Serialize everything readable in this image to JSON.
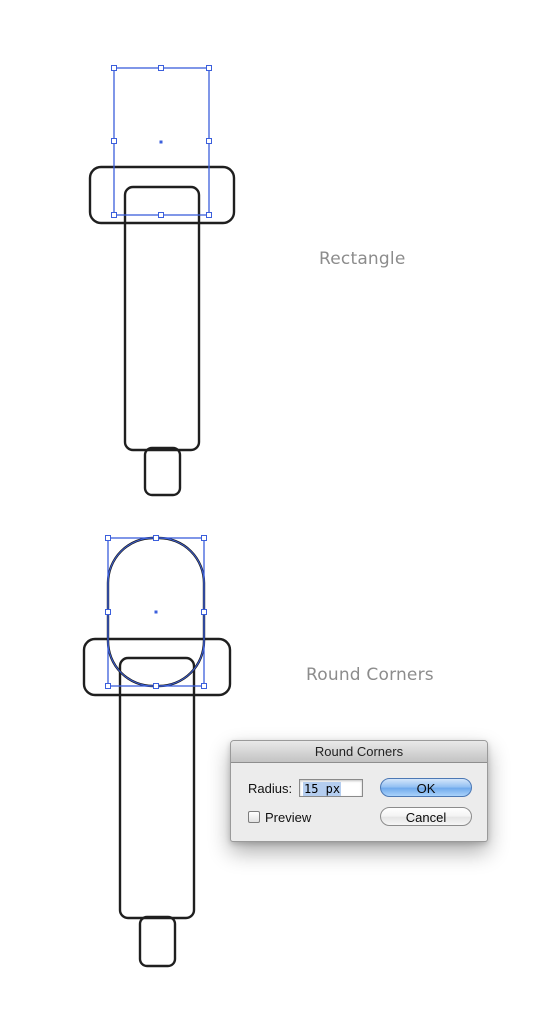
{
  "steps": {
    "rectangle_label": "Rectangle",
    "round_corners_label": "Round Corners"
  },
  "dialog": {
    "title": "Round Corners",
    "radius_label": "Radius:",
    "radius_value": "15 px",
    "preview_label": "Preview",
    "preview_checked": false,
    "ok_label": "OK",
    "cancel_label": "Cancel"
  },
  "colors": {
    "outline": "#1f1f1f",
    "selection": "#3b5fdc",
    "label": "#8c8c8c"
  }
}
